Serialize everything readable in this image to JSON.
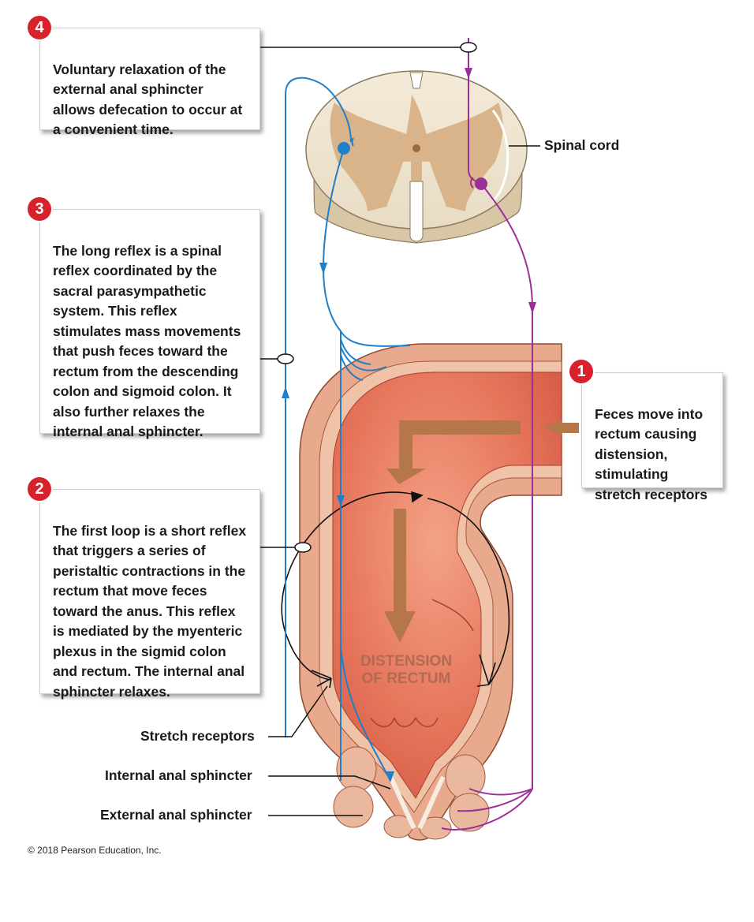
{
  "steps": [
    {
      "number": "4",
      "text": "Voluntary relaxation of the\nexternal anal sphincter\nallows defecation to occur at\na convenient time."
    },
    {
      "number": "3",
      "text": "The long reflex is a spinal\nreflex coordinated by the\nsacral parasympathetic\nsystem. This reflex\nstimulates mass movements\nthat push feces toward the\nrectum from the descending\ncolon and sigmoid colon. It\nalso further relaxes the\ninternal anal sphincter."
    },
    {
      "number": "2",
      "text": "The first loop is a short reflex\nthat triggers a series of\nperistaltic contractions in the\nrectum that move feces\ntoward the anus. This reflex\nis mediated by the myenteric\nplexus in the sigmid colon\nand rectum. The internal anal\nsphincter relaxes."
    },
    {
      "number": "1",
      "text": "Feces move into\nrectum causing\ndistension,\nstimulating\nstretch receptors"
    }
  ],
  "labels": {
    "spinal_cord": "Spinal cord",
    "stretch_receptors": "Stretch receptors",
    "internal_sphincter": "Internal anal sphincter",
    "external_sphincter": "External anal sphincter",
    "distension_line1": "DISTENSION",
    "distension_line2": "OF RECTUM"
  },
  "copyright": "© 2018 Pearson Education, Inc.",
  "colors": {
    "badge": "#d7222b",
    "sensory_nerve": "#1f7fc8",
    "motor_nerve": "#9b2f9a",
    "arrow": "#b5774a",
    "tissue": "#e9a98d",
    "lumen": "#e3715a"
  }
}
